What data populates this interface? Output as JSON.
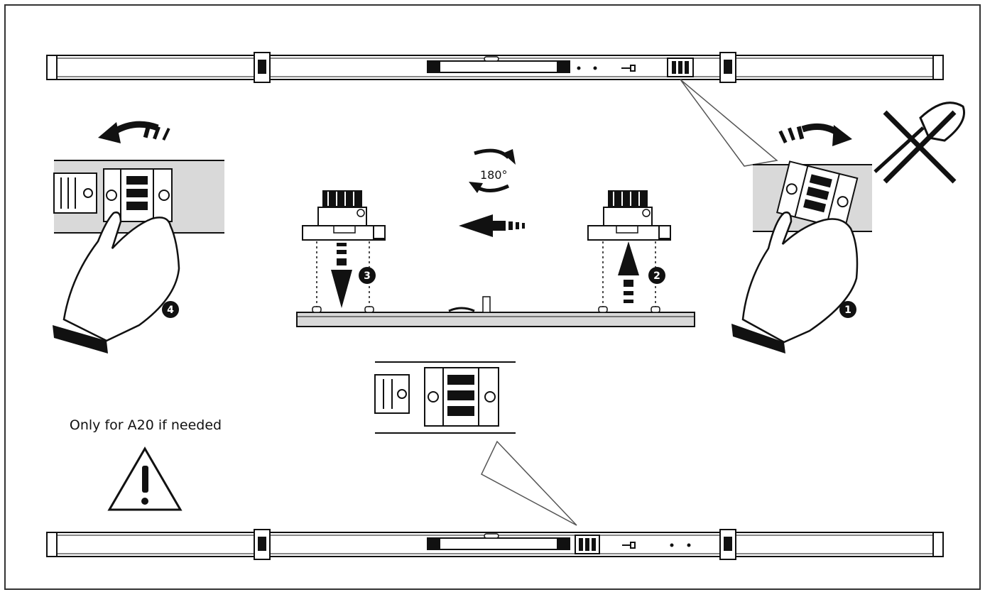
{
  "note_text": "Only for A20 if needed",
  "rotation_label": "180°",
  "steps": {
    "step1": "1",
    "step2": "2",
    "step3": "3",
    "step4": "4"
  },
  "colors": {
    "line": "#111111",
    "rail_fill": "#d9d9d9",
    "paper": "#ffffff"
  },
  "icons": [
    "warning-icon",
    "prohibited-screwdriver-icon",
    "curved-arrow-icon",
    "hand-icon",
    "pointer-arrow-icon"
  ]
}
